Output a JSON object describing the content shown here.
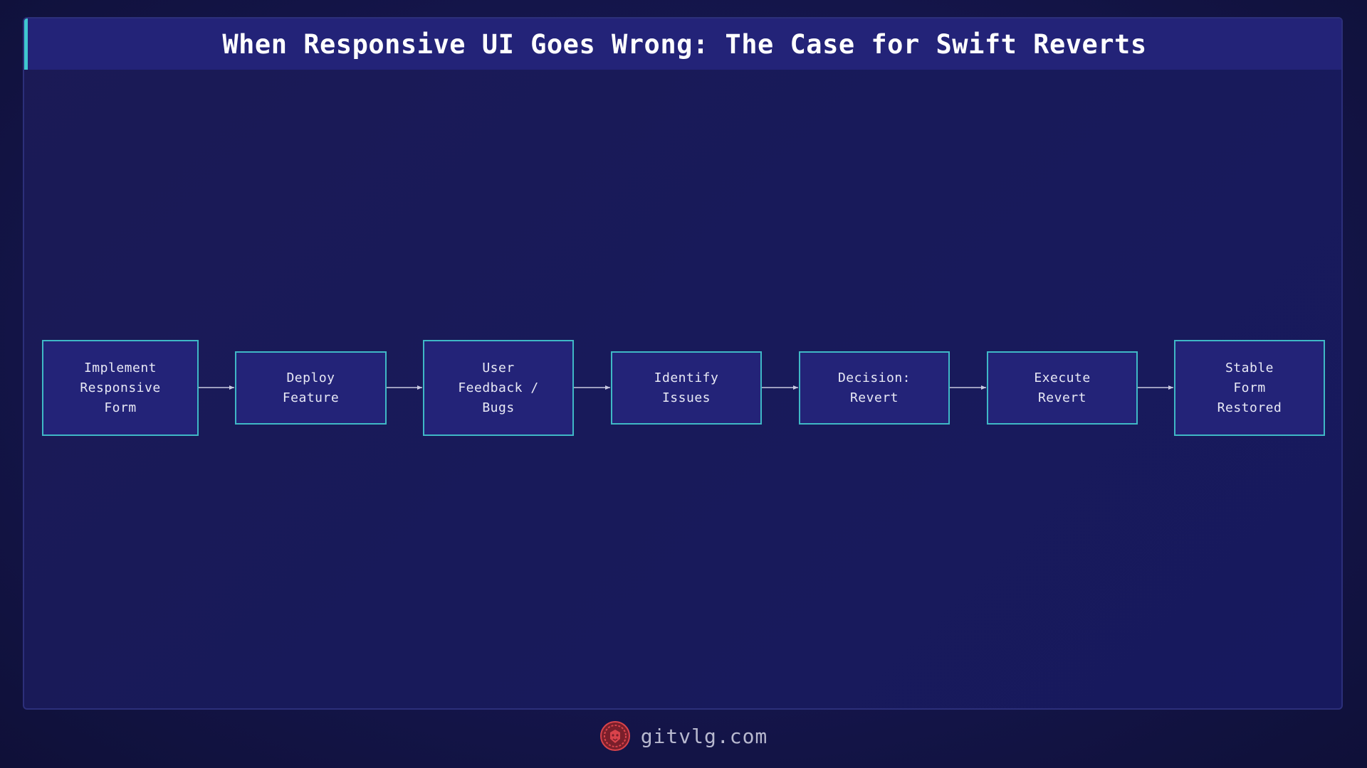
{
  "title": "When Responsive UI Goes Wrong: The Case for Swift Reverts",
  "colors": {
    "background": "#11123d",
    "panel": "#1a1a58",
    "title_bar": "#232378",
    "accent": "#3fc7d0",
    "node_border": "#3fb8c6",
    "node_fill": "#232378",
    "arrow": "#c8c9e0",
    "logo": "#d9434b"
  },
  "flow": {
    "nodes": [
      {
        "id": "implement",
        "label": "Implement\nResponsive\nForm"
      },
      {
        "id": "deploy",
        "label": "Deploy\nFeature"
      },
      {
        "id": "feedback",
        "label": "User\nFeedback /\nBugs"
      },
      {
        "id": "identify",
        "label": "Identify\nIssues"
      },
      {
        "id": "decision",
        "label": "Decision:\nRevert"
      },
      {
        "id": "execute",
        "label": "Execute\nRevert"
      },
      {
        "id": "stable",
        "label": "Stable\nForm\nRestored"
      }
    ],
    "edges": [
      [
        "implement",
        "deploy"
      ],
      [
        "deploy",
        "feedback"
      ],
      [
        "feedback",
        "identify"
      ],
      [
        "identify",
        "decision"
      ],
      [
        "decision",
        "execute"
      ],
      [
        "execute",
        "stable"
      ]
    ]
  },
  "footer": {
    "logo_icon": "lion-head-icon",
    "site": "gitvlg.com"
  }
}
